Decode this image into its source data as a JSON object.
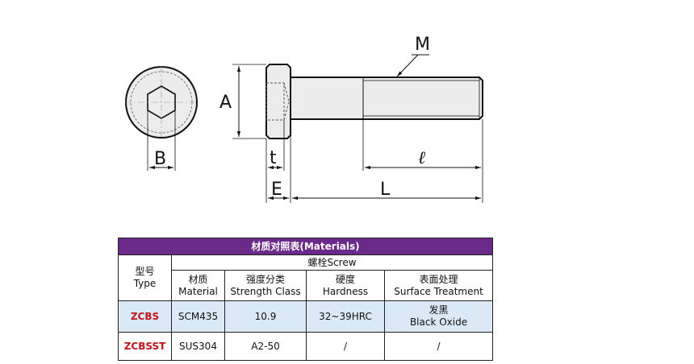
{
  "drawing": {
    "labels": {
      "M": "M",
      "A": "A",
      "B": "B",
      "t": "t",
      "E": "E",
      "l": "ℓ",
      "L": "L"
    },
    "colors": {
      "line": "#111111",
      "hidden_line": "#555555",
      "part_fill": "#ececec"
    }
  },
  "table": {
    "title": "材质对照表(Materials)",
    "group": "螺栓Screw",
    "type_header": {
      "cn": "型号",
      "en": "Type"
    },
    "columns": [
      {
        "cn": "材质",
        "en": "Material"
      },
      {
        "cn": "强度分类",
        "en": "Strength Class"
      },
      {
        "cn": "硬度",
        "en": "Hardness"
      },
      {
        "cn": "表面处理",
        "en": "Surface Treatment"
      }
    ],
    "rows": [
      {
        "type": "ZCBS",
        "material": "SCM435",
        "strength": "10.9",
        "hardness": "32~39HRC",
        "surface_cn": "发黑",
        "surface_en": "Black Oxide"
      },
      {
        "type": "ZCBSST",
        "material": "SUS304",
        "strength": "A2-50",
        "hardness": "/",
        "surface_cn": "/",
        "surface_en": ""
      }
    ],
    "colors": {
      "title_bg": "#6a2a8a",
      "row_highlight": "#dbe9f6",
      "type_text": "#c0141c"
    }
  }
}
